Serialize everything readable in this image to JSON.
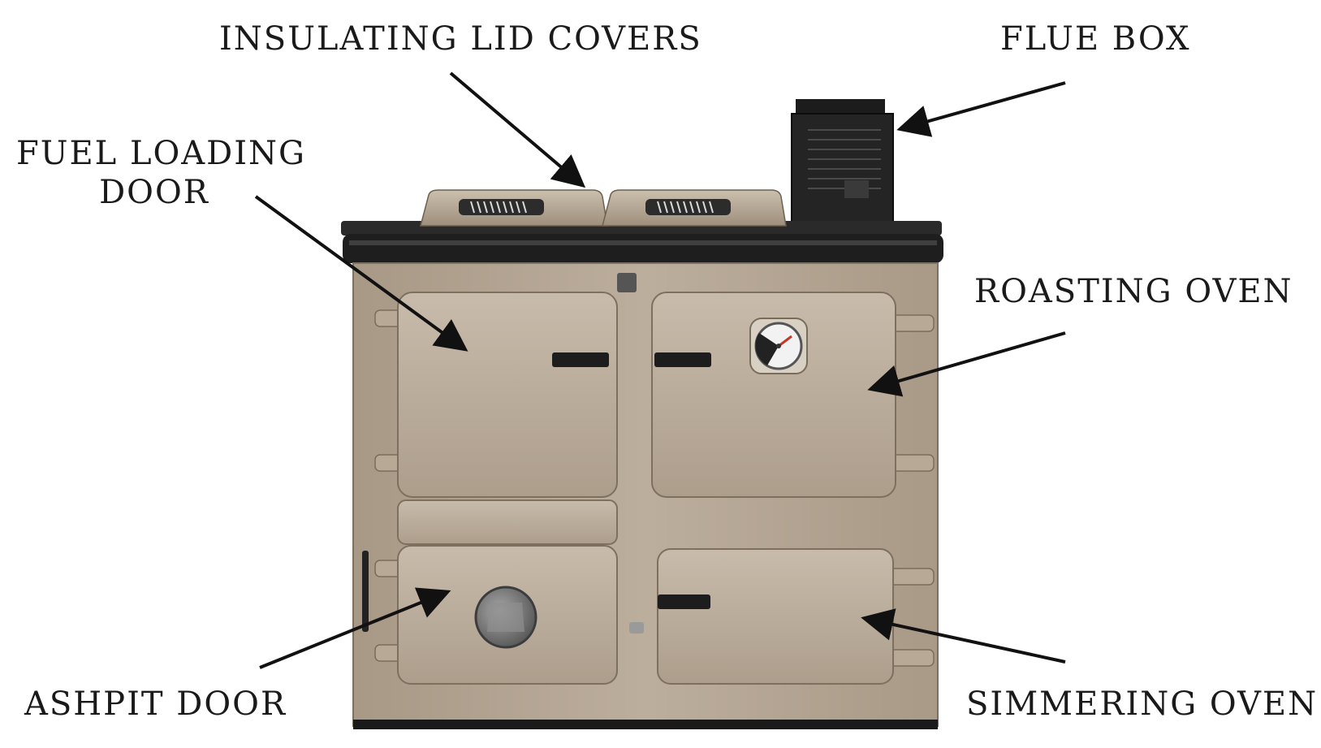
{
  "labels": {
    "insulating_lid_covers": "INSULATING LID COVERS",
    "flue_box": "FLUE BOX",
    "fuel_loading_door_line1": "FUEL LOADING",
    "fuel_loading_door_line2": "DOOR",
    "roasting_oven": "ROASTING OVEN",
    "ashpit_door": "ASHPIT DOOR",
    "simmering_oven": "SIMMERING OVEN"
  },
  "colors": {
    "enamel": "#b3a493",
    "enamel_light": "#c9bdaf",
    "enamel_dark": "#8f806f",
    "hotplate": "#1e1e1e",
    "arrow": "#111111",
    "background": "#ffffff"
  },
  "icons": {
    "temperature_gauge": "thermometer-dial-icon",
    "ash_cover": "round-plug-icon"
  }
}
